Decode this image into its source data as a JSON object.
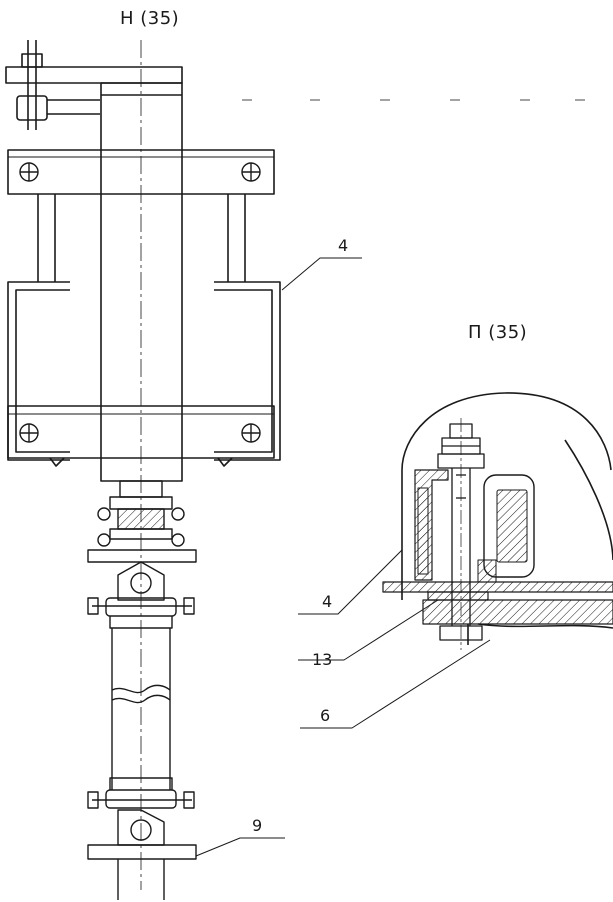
{
  "views": {
    "left_view_label": "Н (35)",
    "right_view_label": "П (35)"
  },
  "callouts": {
    "c4_left": "4",
    "c4_right": "4",
    "c13": "13",
    "c6": "6",
    "c9": "9"
  },
  "colors": {
    "ink": "#1a1a1a",
    "paper": "#ffffff"
  }
}
